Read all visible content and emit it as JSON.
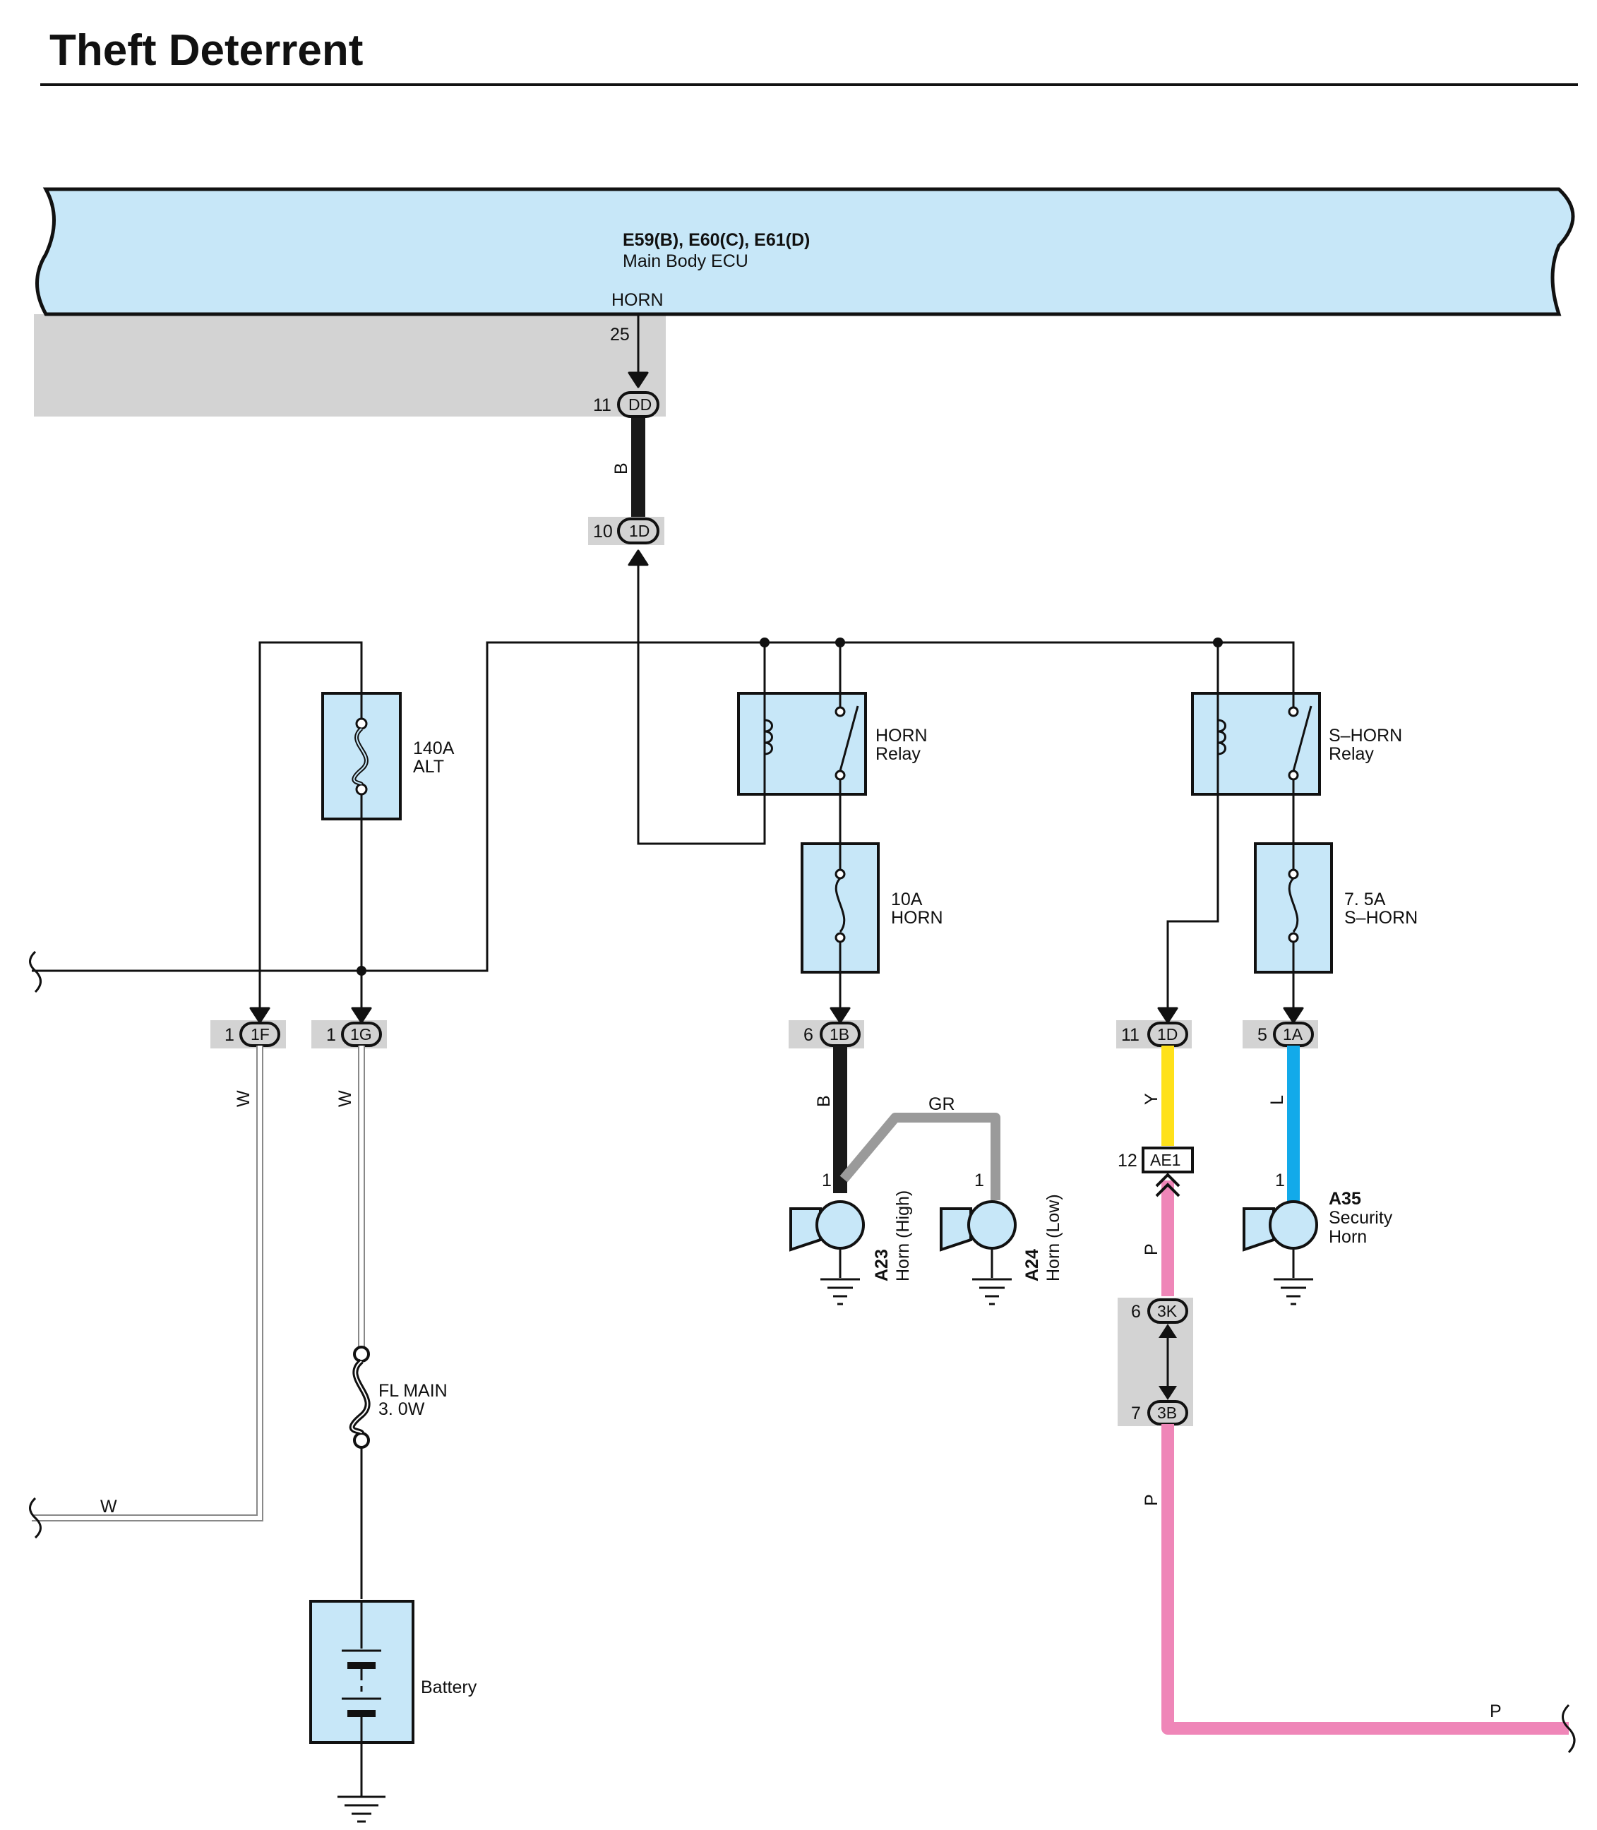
{
  "page": {
    "title": "Theft Deterrent"
  },
  "ecu": {
    "code": "E59(B), E60(C), E61(D)",
    "name": "Main Body ECU",
    "terminal_name": "HORN",
    "terminal_pin": "25"
  },
  "connectors": {
    "dd": {
      "id": "DD",
      "pin": "11"
    },
    "j1d_top": {
      "id": "1D",
      "pin": "10"
    },
    "j1f": {
      "id": "1F",
      "pin": "1"
    },
    "j1g": {
      "id": "1G",
      "pin": "1"
    },
    "j1b": {
      "id": "1B",
      "pin": "6"
    },
    "j1d_mid": {
      "id": "1D",
      "pin": "11"
    },
    "j1a": {
      "id": "1A",
      "pin": "5"
    },
    "ae1": {
      "id": "AE1",
      "pin": "12"
    },
    "j3k": {
      "id": "3K",
      "pin": "6"
    },
    "j3b": {
      "id": "3B",
      "pin": "7"
    }
  },
  "components": {
    "fuse_alt": {
      "line1": "140A",
      "line2": "ALT"
    },
    "horn_relay": {
      "line1": "HORN",
      "line2": "Relay"
    },
    "fuse_horn": {
      "line1": "10A",
      "line2": "HORN"
    },
    "shorn_relay": {
      "line1": "S–HORN",
      "line2": "Relay"
    },
    "fuse_shorn": {
      "line1": "7. 5A",
      "line2": "S–HORN"
    },
    "fl_main": {
      "line1": "FL MAIN",
      "line2": "3. 0W"
    },
    "battery": {
      "label": "Battery"
    },
    "horn_high": {
      "code": "A23",
      "name": "Horn (High)",
      "pin": "1"
    },
    "horn_low": {
      "code": "A24",
      "name": "Horn (Low)",
      "pin": "1"
    },
    "security_horn": {
      "code": "A35",
      "line1": "Security",
      "line2": "Horn",
      "pin": "1"
    }
  },
  "wire_colors": {
    "b_top": "B",
    "w_1f": "W",
    "w_1g": "W",
    "w_bottom": "W",
    "b_horn": "B",
    "gr": "GR",
    "y": "Y",
    "l": "L",
    "p_upper": "P",
    "p_mid": "P",
    "p_bottom": "P"
  },
  "colors": {
    "component_fill": "#c7e7f8",
    "highlight_gray": "#d3d3d3",
    "wire_black": "#1a1a1a",
    "wire_gray": "#9a9a9a",
    "wire_yellow": "#ffe11a",
    "wire_blue": "#12aaea",
    "wire_pink": "#ef86b8"
  }
}
